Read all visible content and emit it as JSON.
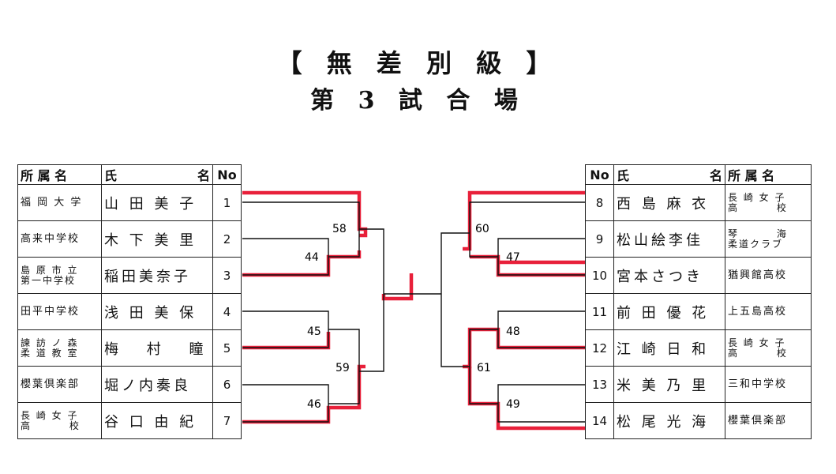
{
  "title": "【 無 差 別 級 】",
  "subtitle": "第 3 試 合 場",
  "header": {
    "affiliation": "所 属 名",
    "name_left": "氏",
    "name_right": "名",
    "no": "No"
  },
  "left_entries": [
    {
      "affiliation": "福 岡 大 学",
      "name": "山 田 美 子",
      "no": "1"
    },
    {
      "affiliation": "高来中学校",
      "name": "木 下 美 里",
      "no": "2"
    },
    {
      "affiliation": "島 原 市 立\n第一中学校",
      "name": "稲田美奈子",
      "no": "3"
    },
    {
      "affiliation": "田平中学校",
      "name": "浅 田 美 保",
      "no": "4"
    },
    {
      "affiliation": "諫 訪 ノ 森\n柔 道 教 室",
      "name": "梅　 村　 瞳",
      "no": "5"
    },
    {
      "affiliation": "櫻葉倶楽部",
      "name": "堀ノ内奏良",
      "no": "6"
    },
    {
      "affiliation": "長 崎 女 子\n高　　　 校",
      "name": "谷 口 由 紀",
      "no": "7"
    }
  ],
  "right_entries": [
    {
      "no": "8",
      "name": "西 島 麻 衣",
      "affiliation": "長 崎 女 子\n高　　　 校"
    },
    {
      "no": "9",
      "name": "松山絵李佳",
      "affiliation": "琴　　　 海\n柔道クラブ"
    },
    {
      "no": "10",
      "name": "宮本さつき",
      "affiliation": "猶興館高校"
    },
    {
      "no": "11",
      "name": "前 田 優 花",
      "affiliation": "上五島高校"
    },
    {
      "no": "12",
      "name": "江 崎 日 和",
      "affiliation": "長 崎 女 子\n高　　　 校"
    },
    {
      "no": "13",
      "name": "米 美 乃 里",
      "affiliation": "三和中学校"
    },
    {
      "no": "14",
      "name": "松 尾 光 海",
      "affiliation": "櫻葉倶楽部"
    }
  ],
  "matches": {
    "m44": "44",
    "m45": "45",
    "m46": "46",
    "m47": "47",
    "m48": "48",
    "m49": "49",
    "m58": "58",
    "m59": "59",
    "m60": "60",
    "m61": "61"
  },
  "colors": {
    "line": "#111111",
    "highlight": "#e8203a"
  }
}
